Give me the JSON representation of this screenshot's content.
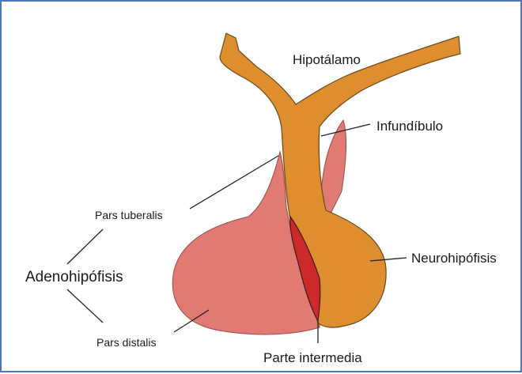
{
  "diagram": {
    "labels": {
      "hypothalamus": "Hipotálamo",
      "infundibulum": "Infundíbulo",
      "neurohypophysis": "Neurohipófisis",
      "adenohypophysis": "Adenohipófisis",
      "pars_tuberalis": "Pars tuberalis",
      "pars_distalis": "Pars distalis",
      "pars_intermedia": "Parte intermedia"
    },
    "colors": {
      "adenohypophysis": "#e07a72",
      "neurohypophysis": "#de8e2e",
      "pars_intermedia": "#cc2a2a",
      "outline": "#5a3a1a",
      "frame": "#4a78c2"
    }
  }
}
